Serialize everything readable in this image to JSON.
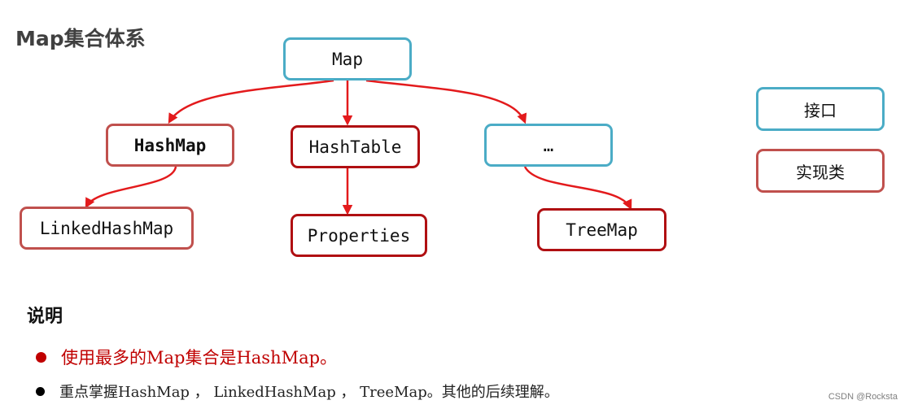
{
  "title": "Map集合体系",
  "nodes": {
    "map": "Map",
    "hashmap": "HashMap",
    "hashtable": "HashTable",
    "ellipsis": "…",
    "linkedhashmap": "LinkedHashMap",
    "properties": "Properties",
    "treemap": "TreeMap"
  },
  "legend": {
    "interface_label": "接口",
    "impl_label": "实现类"
  },
  "notes": {
    "heading": "说明",
    "bullets": [
      "使用最多的Map集合是HashMap。",
      "重点掌握HashMap ， LinkedHashMap ， TreeMap。其他的后续理解。"
    ]
  },
  "colors": {
    "interface_border": "#4bacc6",
    "impl_border": "#b00f12",
    "impl_border_light": "#c0504d",
    "arrow": "#e31a1c",
    "emphasis_text": "#c00000"
  },
  "watermark": "CSDN @Rockstа"
}
